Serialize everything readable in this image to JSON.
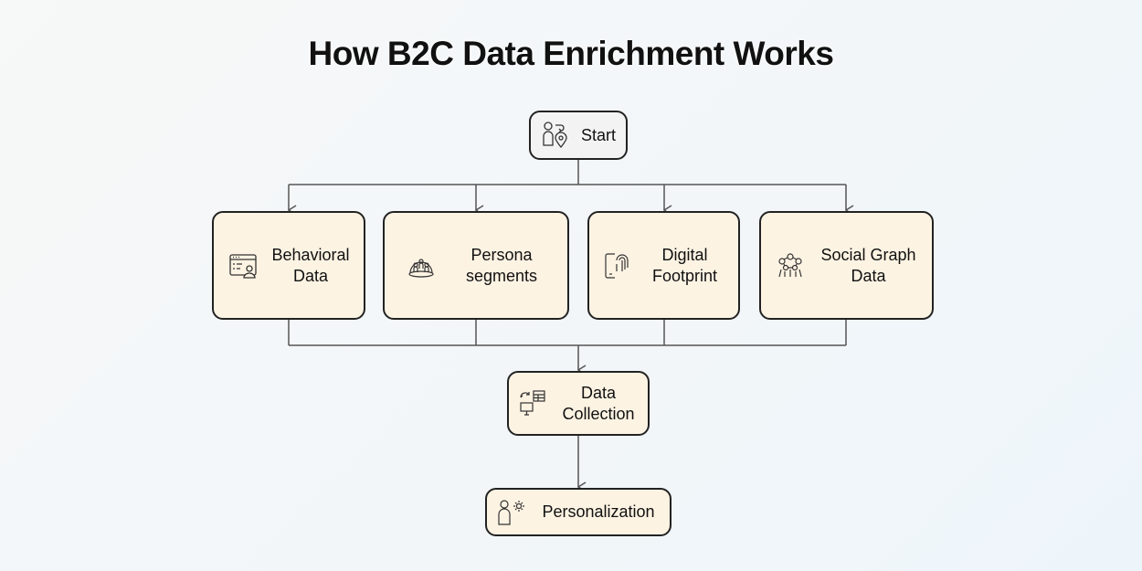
{
  "title": "How B2C Data Enrichment Works",
  "nodes": {
    "start": {
      "label": "Start",
      "icon": "user-location-icon"
    },
    "behavioral": {
      "line1": "Behavioral",
      "line2": "Data",
      "icon": "browser-user-icon"
    },
    "persona": {
      "line1": "Persona",
      "line2": "segments",
      "icon": "group-dome-icon"
    },
    "digital": {
      "line1": "Digital",
      "line2": "Footprint",
      "icon": "phone-fingerprint-icon"
    },
    "social": {
      "line1": "Social Graph",
      "line2": "Data",
      "icon": "network-people-icon"
    },
    "collection": {
      "line1": "Data",
      "line2": "Collection",
      "icon": "data-sync-icon"
    },
    "personalization": {
      "label": "Personalization",
      "icon": "user-gear-icon"
    }
  },
  "colors": {
    "node": "#fdf3e3",
    "start": "#f3f3f3",
    "line": "#555555"
  }
}
